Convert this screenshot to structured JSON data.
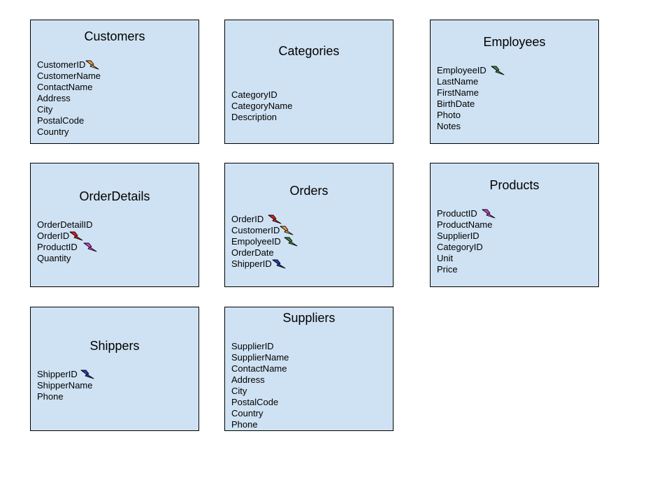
{
  "colors": {
    "box_fill": "#cfe2f3",
    "box_border": "#000000",
    "key_orange": "#f6a03c",
    "key_green": "#3c8a3c",
    "key_red": "#e02020",
    "key_magenta": "#d040d0",
    "key_blue": "#2040c0"
  },
  "tables": [
    {
      "name": "Customers",
      "fields": [
        {
          "label": "CustomerID",
          "key": "orange"
        },
        {
          "label": "CustomerName"
        },
        {
          "label": "ContactName"
        },
        {
          "label": "Address"
        },
        {
          "label": "City"
        },
        {
          "label": "PostalCode"
        },
        {
          "label": "Country"
        }
      ]
    },
    {
      "name": "Categories",
      "fields": [
        {
          "label": "CategoryID"
        },
        {
          "label": "CategoryName"
        },
        {
          "label": "Description"
        }
      ]
    },
    {
      "name": "Employees",
      "fields": [
        {
          "label": "EmployeeID",
          "key": "green"
        },
        {
          "label": "LastName"
        },
        {
          "label": "FirstName"
        },
        {
          "label": "BirthDate"
        },
        {
          "label": "Photo"
        },
        {
          "label": "Notes"
        }
      ]
    },
    {
      "name": "OrderDetails",
      "fields": [
        {
          "label": "OrderDetailID"
        },
        {
          "label": "OrderID",
          "key": "red"
        },
        {
          "label": "ProductID",
          "key": "magenta"
        },
        {
          "label": "Quantity"
        }
      ]
    },
    {
      "name": "Orders",
      "fields": [
        {
          "label": "OrderID",
          "key": "red"
        },
        {
          "label": "CustomerID",
          "key": "orange"
        },
        {
          "label": "EmpolyeeID",
          "key": "green"
        },
        {
          "label": "OrderDate"
        },
        {
          "label": "ShipperID",
          "key": "blue"
        }
      ]
    },
    {
      "name": "Products",
      "fields": [
        {
          "label": "ProductID",
          "key": "magenta"
        },
        {
          "label": "ProductName"
        },
        {
          "label": "SupplierID"
        },
        {
          "label": "CategoryID"
        },
        {
          "label": "Unit"
        },
        {
          "label": "Price"
        }
      ]
    },
    {
      "name": "Shippers",
      "fields": [
        {
          "label": "ShipperID",
          "key": "blue"
        },
        {
          "label": "ShipperName"
        },
        {
          "label": "Phone"
        }
      ]
    },
    {
      "name": "Suppliers",
      "fields": [
        {
          "label": "SupplierID"
        },
        {
          "label": "SupplierName"
        },
        {
          "label": "ContactName"
        },
        {
          "label": "Address"
        },
        {
          "label": "City"
        },
        {
          "label": "PostalCode"
        },
        {
          "label": "Country"
        },
        {
          "label": "Phone"
        }
      ]
    }
  ]
}
